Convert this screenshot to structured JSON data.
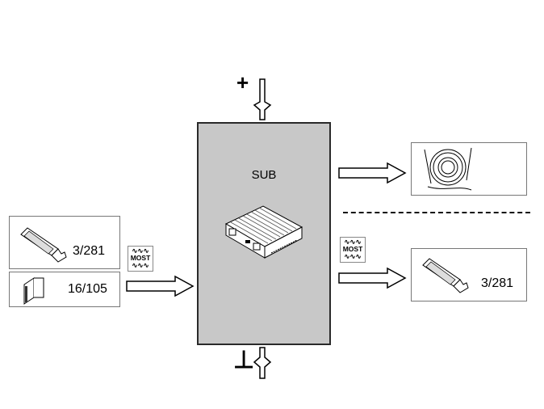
{
  "diagram": {
    "main_component": {
      "label": "SUB",
      "icon": "amplifier-module-icon",
      "fill_color": "#c8c8c8"
    },
    "power": {
      "supply_symbol": "+",
      "ground_symbol": "⊥"
    },
    "inputs": [
      {
        "icon": "display-unit-icon",
        "ref": "3/281"
      },
      {
        "icon": "control-module-icon",
        "ref": "16/105"
      }
    ],
    "input_bus": {
      "top": "∿∿∿",
      "label": "MOST",
      "bottom": "∿∿∿"
    },
    "outputs": [
      {
        "icon": "subwoofer-speaker-icon",
        "ref": ""
      },
      {
        "icon": "display-unit-icon",
        "ref": "3/281"
      }
    ],
    "output_bus": {
      "top": "∿∿∿",
      "label": "MOST",
      "bottom": "∿∿∿"
    }
  }
}
